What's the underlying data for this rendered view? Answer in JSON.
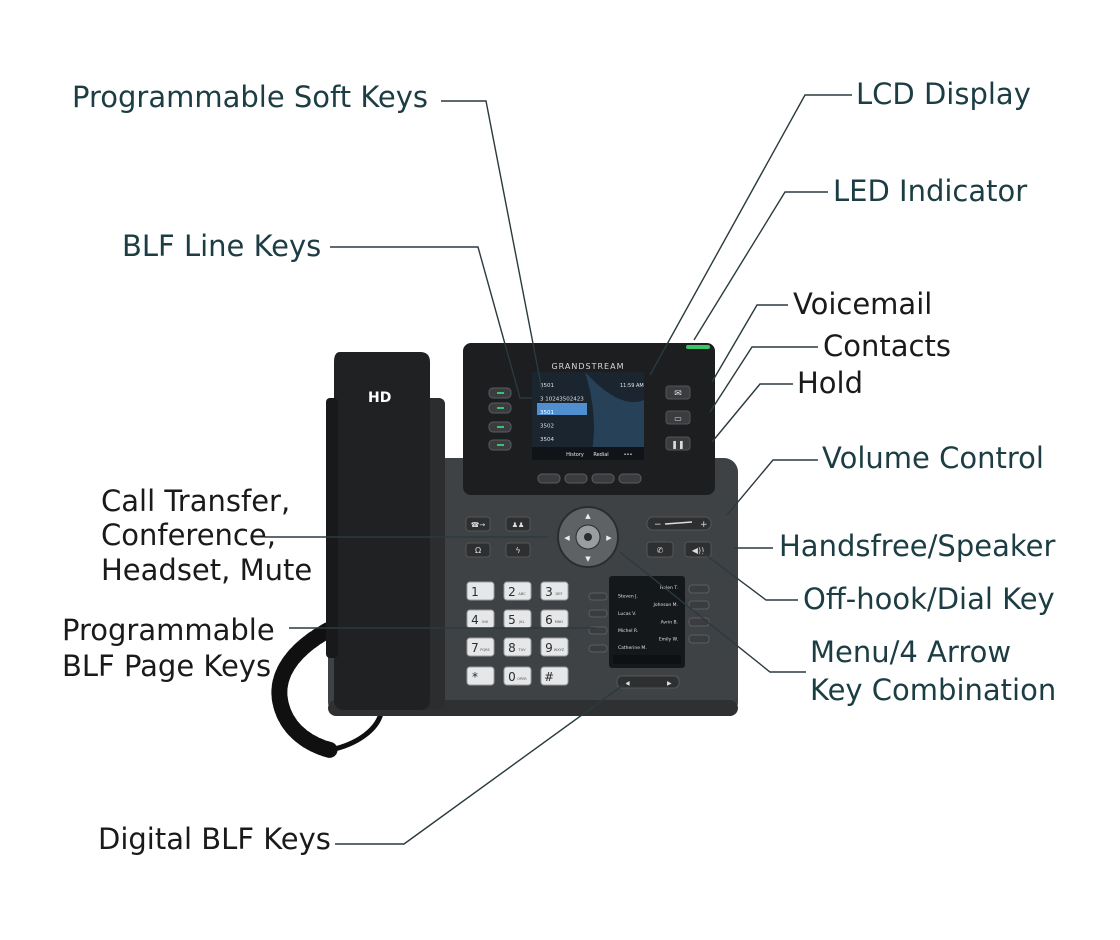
{
  "colors": {
    "label_teal": "#1b3d43",
    "label_black": "#1a1a1a",
    "leader_line": "#2a3a3e",
    "body": "#3f4245",
    "bezel": "#1c1e20",
    "screen_blue": "#4f8fd0",
    "led_green": "#39c46a"
  },
  "callouts": {
    "soft_keys": "Programmable Soft Keys",
    "lcd_display": "LCD Display",
    "led_indicator": "LED Indicator",
    "blf_line_keys": "BLF Line Keys",
    "voicemail": "Voicemail",
    "contacts": "Contacts",
    "hold": "Hold",
    "volume_control": "Volume Control",
    "transfer_lines": [
      "Call Transfer,",
      "Conference,",
      "Headset, Mute"
    ],
    "handsfree": "Handsfree/Speaker",
    "offhook": "Off-hook/Dial Key",
    "blf_page_lines": [
      "Programmable",
      "BLF Page Keys"
    ],
    "menu_lines": [
      "Menu/4 Arrow",
      "Key Combination"
    ],
    "digital_blf": "Digital BLF Keys"
  },
  "phone": {
    "handset_mark": "HD",
    "brand": "GRANDSTREAM",
    "lcd": {
      "status_time": "11:59 AM",
      "lines": [
        "3501",
        "3 10243502423",
        "3501",
        "3502",
        "3504"
      ],
      "soft_keys": [
        "History",
        "Redial",
        "•••"
      ]
    },
    "secondary_lcd": {
      "contacts": [
        "Helen T.",
        "Steven J.",
        "Johnson M.",
        "Lucas V.",
        "Avrin B.",
        "Michel R.",
        "Emily W.",
        "Catherine M."
      ]
    },
    "keypad": [
      {
        "digit": "1",
        "sub": ""
      },
      {
        "digit": "2",
        "sub": "ABC"
      },
      {
        "digit": "3",
        "sub": "DEF"
      },
      {
        "digit": "4",
        "sub": "GHI"
      },
      {
        "digit": "5",
        "sub": "JKL"
      },
      {
        "digit": "6",
        "sub": "MNO"
      },
      {
        "digit": "7",
        "sub": "PQRS"
      },
      {
        "digit": "8",
        "sub": "TUV"
      },
      {
        "digit": "9",
        "sub": "WXYZ"
      },
      {
        "digit": "*",
        "sub": ""
      },
      {
        "digit": "0",
        "sub": "OPER"
      },
      {
        "digit": "#",
        "sub": ""
      }
    ]
  }
}
